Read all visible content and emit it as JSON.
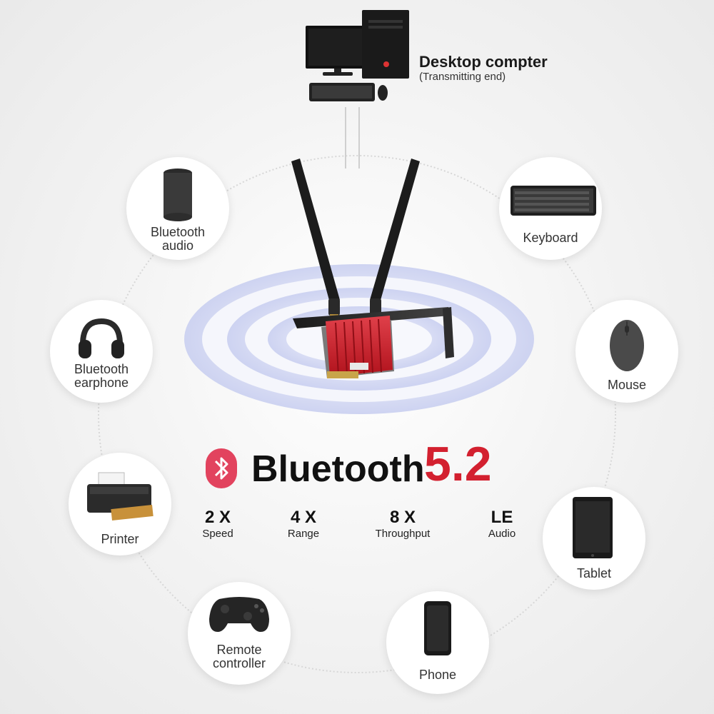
{
  "header": {
    "title": "Desktop compter",
    "subtitle": "(Transmitting end)"
  },
  "brand": {
    "word": "Bluetooth",
    "version": "5.2",
    "accent_color": "#d3202f",
    "icon": "bluetooth-icon"
  },
  "features": [
    {
      "value": "2 X",
      "label": "Speed"
    },
    {
      "value": "4 X",
      "label": "Range"
    },
    {
      "value": "8 X",
      "label": "Throughput"
    },
    {
      "value": "LE",
      "label": "Audio"
    }
  ],
  "devices": {
    "bluetooth_audio": {
      "label": "Bluetooth\naudio",
      "icon": "speaker-icon"
    },
    "bluetooth_earphone": {
      "label": "Bluetooth\nearphone",
      "icon": "headphones-icon"
    },
    "printer": {
      "label": "Printer",
      "icon": "printer-icon"
    },
    "remote_controller": {
      "label": "Remote\ncontroller",
      "icon": "gamepad-icon"
    },
    "phone": {
      "label": "Phone",
      "icon": "phone-icon"
    },
    "tablet": {
      "label": "Tablet",
      "icon": "tablet-icon"
    },
    "mouse": {
      "label": "Mouse",
      "icon": "mouse-icon"
    },
    "keyboard": {
      "label": "Keyboard",
      "icon": "keyboard-icon"
    }
  }
}
